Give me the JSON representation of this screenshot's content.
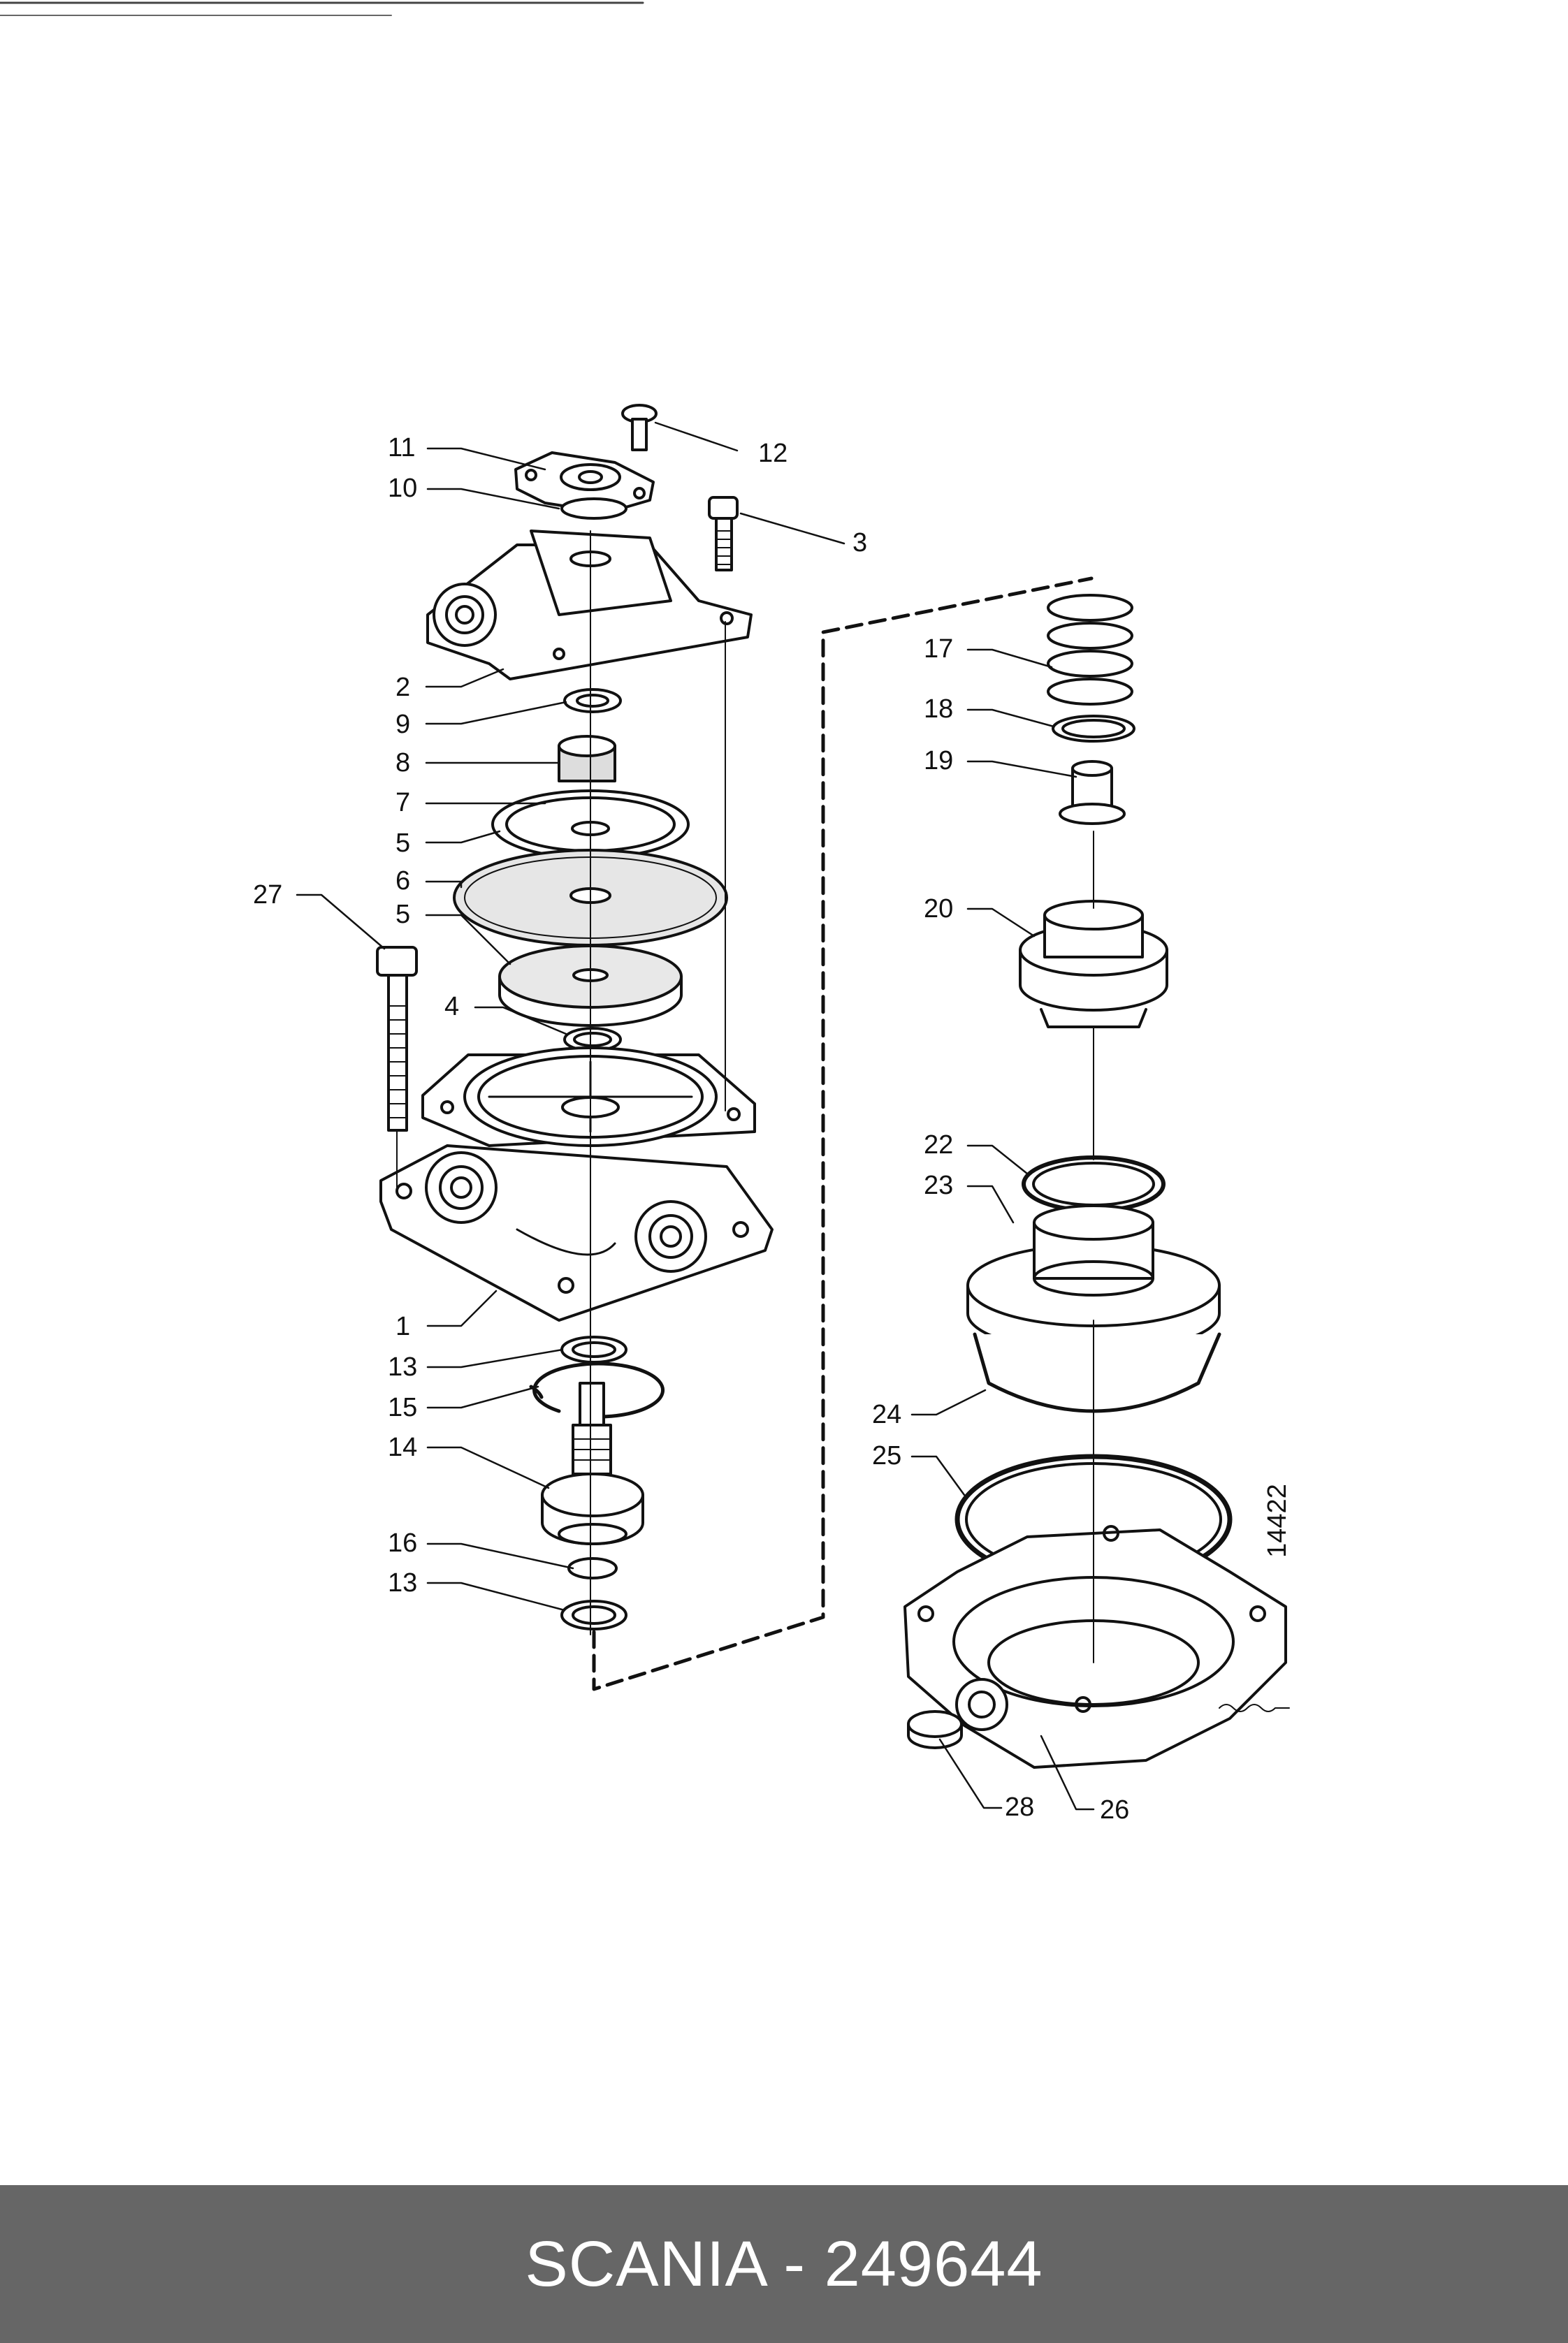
{
  "diagram": {
    "callouts": [
      {
        "id": "c11",
        "text": "11"
      },
      {
        "id": "c10",
        "text": "10"
      },
      {
        "id": "c12",
        "text": "12"
      },
      {
        "id": "c3",
        "text": "3"
      },
      {
        "id": "c2",
        "text": "2"
      },
      {
        "id": "c9",
        "text": "9"
      },
      {
        "id": "c8",
        "text": "8"
      },
      {
        "id": "c7",
        "text": "7"
      },
      {
        "id": "c5a",
        "text": "5"
      },
      {
        "id": "c6",
        "text": "6"
      },
      {
        "id": "c27",
        "text": "27"
      },
      {
        "id": "c5b",
        "text": "5"
      },
      {
        "id": "c4",
        "text": "4"
      },
      {
        "id": "c1",
        "text": "1"
      },
      {
        "id": "c13a",
        "text": "13"
      },
      {
        "id": "c15",
        "text": "15"
      },
      {
        "id": "c14",
        "text": "14"
      },
      {
        "id": "c16",
        "text": "16"
      },
      {
        "id": "c13b",
        "text": "13"
      },
      {
        "id": "c17",
        "text": "17"
      },
      {
        "id": "c18",
        "text": "18"
      },
      {
        "id": "c19",
        "text": "19"
      },
      {
        "id": "c20",
        "text": "20"
      },
      {
        "id": "c22",
        "text": "22"
      },
      {
        "id": "c23",
        "text": "23"
      },
      {
        "id": "c24",
        "text": "24"
      },
      {
        "id": "c25",
        "text": "25"
      },
      {
        "id": "c28",
        "text": "28"
      },
      {
        "id": "c26",
        "text": "26"
      }
    ],
    "drawing_number": "14422"
  },
  "footer": {
    "text": "SCANIA - 249644",
    "background": "#666666",
    "text_color": "#ffffff"
  }
}
